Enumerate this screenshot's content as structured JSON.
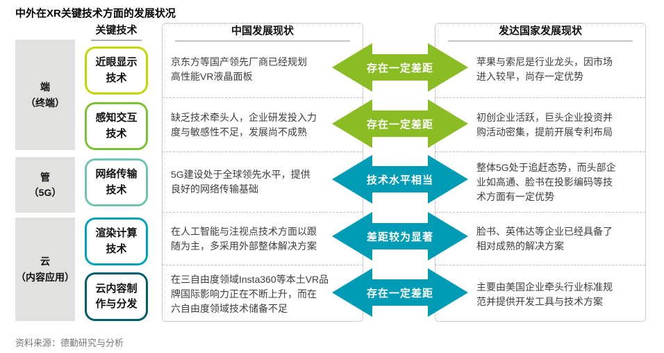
{
  "title": "中外在XR关键技术方面的发展状况",
  "columns": {
    "tech_header": "关键技术",
    "china_header": "中国发展现状",
    "foreign_header": "发达国家发展现状"
  },
  "categories": [
    {
      "label": "端\n（终端）"
    },
    {
      "label": "管\n（5G）"
    },
    {
      "label": "云\n（内容应用）"
    }
  ],
  "rows": [
    {
      "tech": "近眼显示\n技术",
      "tech_border": "#c4d600",
      "china": "京东方等国产领先厂商已经规划\n高性能VR液晶面板",
      "gap": "存在一定差距",
      "arrow_color": "#8abc24",
      "foreign": "苹果与索尼是行业龙头，因市场\n进入较早，尚存一定优势"
    },
    {
      "tech": "感知交互\n技术",
      "tech_border": "#7cc131",
      "china": "缺乏技术牵头人，企业研发投入力\n度与敏感性不足，发展尚不成熟",
      "gap": "存在一定差距",
      "arrow_color": "#8abc24",
      "foreign": "初创企业活跃，巨头企业投资并\n购活动密集，提前开展专利布局"
    },
    {
      "tech": "网络传输\n技术",
      "tech_border": "#6fc2b4",
      "china": "5G建设处于全球领先水平，提供\n良好的网络传输基础",
      "gap": "技术水平相当",
      "arrow_color": "#009bb5",
      "foreign": "整体5G处于追赶态势，而头部企\n业如高通、脸书在投影编码等技\n术方面有一定优势"
    },
    {
      "tech": "渲染计算\n技术",
      "tech_border": "#00a3b8",
      "china": "在人工智能与注视点技术方面以跟\n随为主，多采用外部整体解决方案",
      "gap": "差距较为显著",
      "arrow_color": "#009bb5",
      "foreign": "脸书、英伟达等企业已经具备了\n相对成熟的解决方案"
    },
    {
      "tech": "云内容制\n作与分发",
      "tech_border": "#005e6d",
      "china": "在三自由度领域Insta360等本土VR品\n牌国际影响力正在不断上升，而在\n六自由度领域技术储备不足",
      "gap": "存在一定差距",
      "arrow_color": "#009bb5",
      "foreign": "主要由美国企业牵头行业标准规\n范并提供开发工具与技术方案"
    }
  ],
  "footer": "资料来源：德勤研究与分析"
}
